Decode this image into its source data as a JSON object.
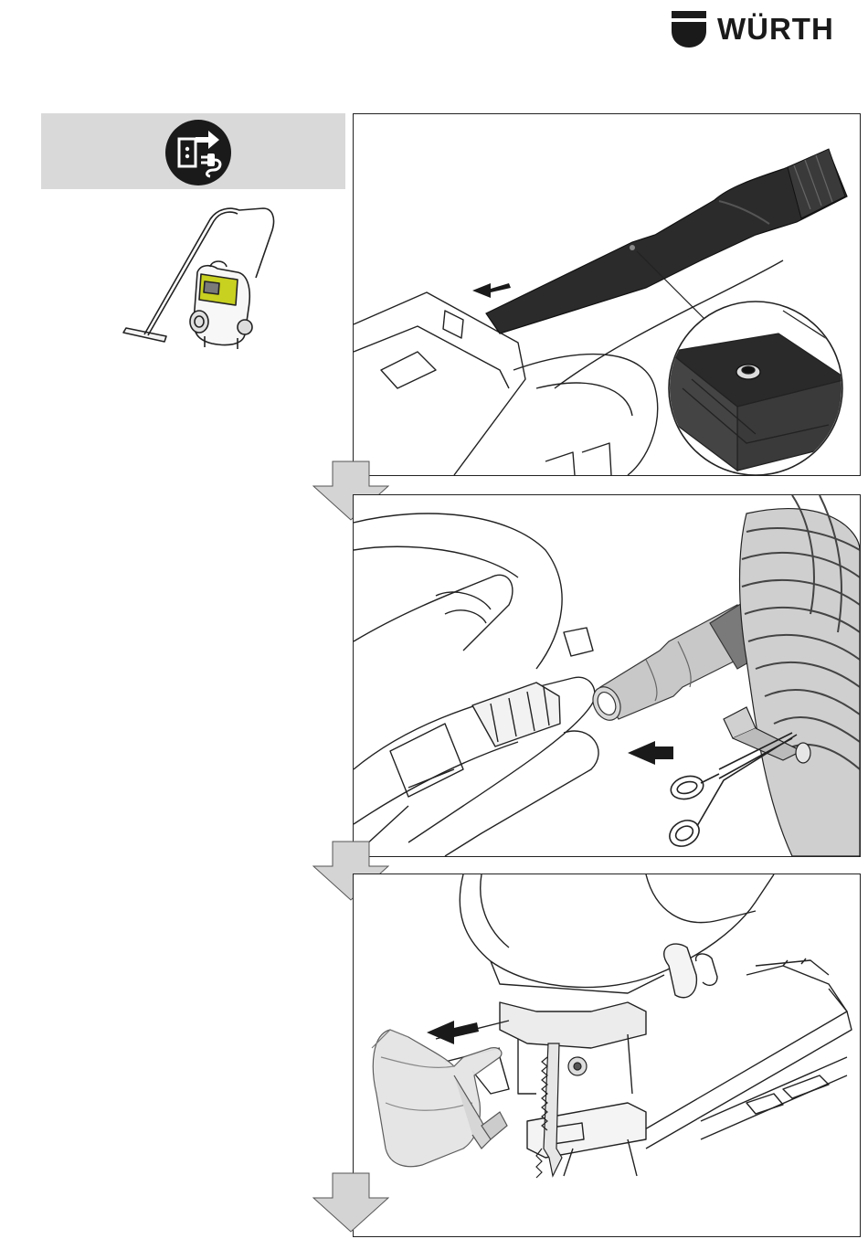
{
  "brand": {
    "name": "WÜRTH"
  },
  "icons": {
    "unplug": "unplug-power-icon",
    "vacuum": "vacuum-cleaner-icon",
    "flow": "down-arrow-icon"
  },
  "colors": {
    "instruction_band": "#d9d9d9",
    "icon_dark": "#1a1a1a",
    "flow_arrow": "#d4d4d4",
    "line": "#222222"
  },
  "steps": [
    {
      "id": 1,
      "subject": "nozzle"
    },
    {
      "id": 2,
      "subject": "extraction-hose"
    },
    {
      "id": 3,
      "subject": "chip-guard"
    }
  ]
}
